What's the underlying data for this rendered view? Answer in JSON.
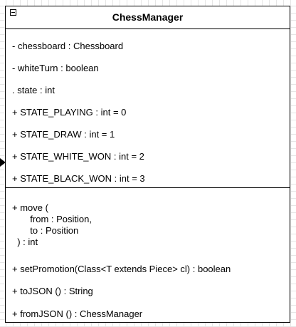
{
  "diagram": {
    "class_name": "ChessManager",
    "attributes": [
      "- chessboard : Chessboard",
      "- whiteTurn : boolean",
      ". state : int",
      "+ STATE_PLAYING : int = 0",
      "+ STATE_DRAW : int = 1",
      "+ STATE_WHITE_WON : int = 2",
      "+ STATE_BLACK_WON : int = 3"
    ],
    "operations": [
      "+ move (\n       from : Position,\n       to : Position\n  ) : int",
      "+ setPromotion(Class<T extends Piece> cl) : boolean",
      "+ toJSON () : String",
      "+ fromJSON () : ChessManager"
    ]
  },
  "colors": {
    "border": "#000000",
    "background": "#ffffff",
    "grid": "#e6e6e6"
  },
  "icons": {
    "collapse_toggle": "minus-square-icon",
    "connector_marker": "arrowhead-icon"
  }
}
